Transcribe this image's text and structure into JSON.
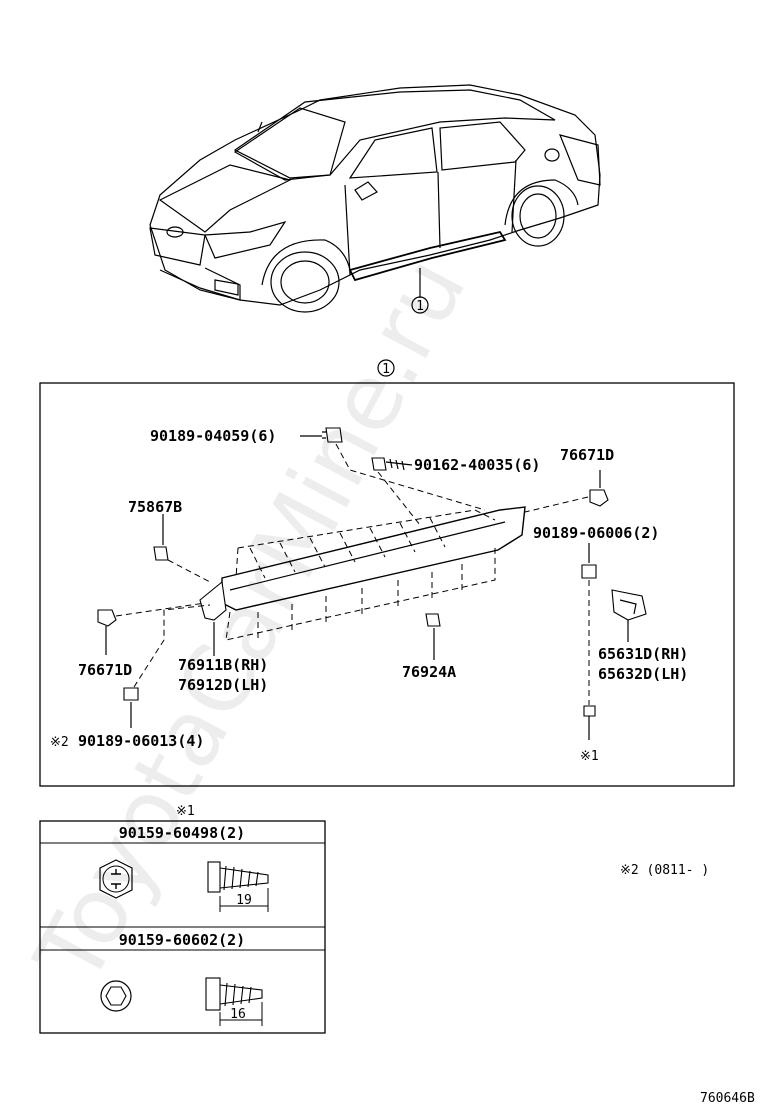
{
  "watermark": "ToyotaCarMine.ru",
  "ref_circle": "1",
  "ref_circle_box": "1",
  "parts": {
    "clip_top": "90189-04059(6)",
    "screw_top": "90162-40035(6)",
    "clip_right_top": "76671D",
    "clip_right_mid": "90189-06006(2)",
    "clip_left_top": "75867B",
    "clip_left": "76671D",
    "moulding_rh": "76911B(RH)",
    "moulding_lh": "76912D(LH)",
    "nut_center": "76924A",
    "bracket_rh": "65631D(RH)",
    "bracket_lh": "65632D(LH)",
    "clip_bottom": "90189-06013(4)",
    "clip_bottom_mark": "※2",
    "screw_mark": "※1"
  },
  "detail_table": {
    "heading": "※1",
    "rows": [
      {
        "part_no": "90159-60498(2)",
        "length": "19"
      },
      {
        "part_no": "90159-60602(2)",
        "length": "16"
      }
    ]
  },
  "note": "※2 (0811-      )",
  "figure_id": "760646B"
}
